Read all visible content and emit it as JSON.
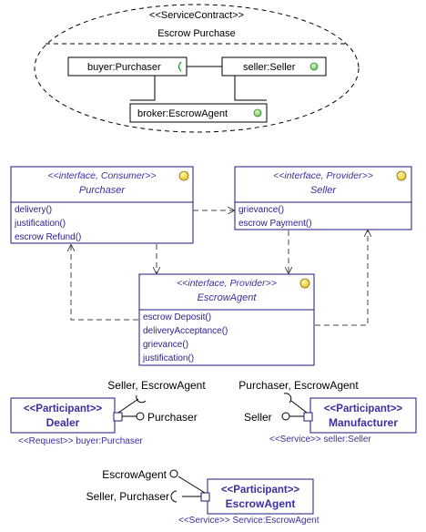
{
  "service_contract": {
    "stereotype": "<<ServiceContract>>",
    "name": "Escrow Purchase",
    "roles": [
      "buyer:Purchaser",
      "seller:Seller",
      "broker:EscrowAgent"
    ]
  },
  "interfaces": {
    "purchaser": {
      "stereotype": "<<interface, Consumer>>",
      "name": "Purchaser",
      "operations": [
        "delivery()",
        "justification()",
        "escrow Refund()"
      ]
    },
    "seller": {
      "stereotype": "<<interface, Provider>>",
      "name": "Seller",
      "operations": [
        "grievance()",
        "escrow Payment()"
      ]
    },
    "escrow_agent": {
      "stereotype": "<<interface, Provider>>",
      "name": "EscrowAgent",
      "operations": [
        "escrow Deposit()",
        "deliveryAcceptance()",
        "grievance()",
        "justification()"
      ]
    }
  },
  "participants": {
    "dealer": {
      "stereotype": "<<Participant>>",
      "name": "Dealer",
      "caption": "<<Request>> buyer:Purchaser",
      "required": "Seller, EscrowAgent",
      "provided": "Purchaser"
    },
    "manufacturer": {
      "stereotype": "<<Participant>>",
      "name": "Manufacturer",
      "caption": "<<Service>> seller:Seller",
      "required": "Purchaser, EscrowAgent",
      "provided": "Seller"
    },
    "escrow_agent": {
      "stereotype": "<<Participant>>",
      "name": "EscrowAgent",
      "caption": "<<Service>> Service:EscrowAgent",
      "provided": "EscrowAgent",
      "required": "Seller, Purchaser"
    }
  },
  "colors": {
    "class_fill": "#ffffff",
    "class_border": "#1e1a7a",
    "text_accent": "#3a2fa0",
    "icon_yellow": "#f2d33a",
    "icon_green": "#7fd36a"
  }
}
